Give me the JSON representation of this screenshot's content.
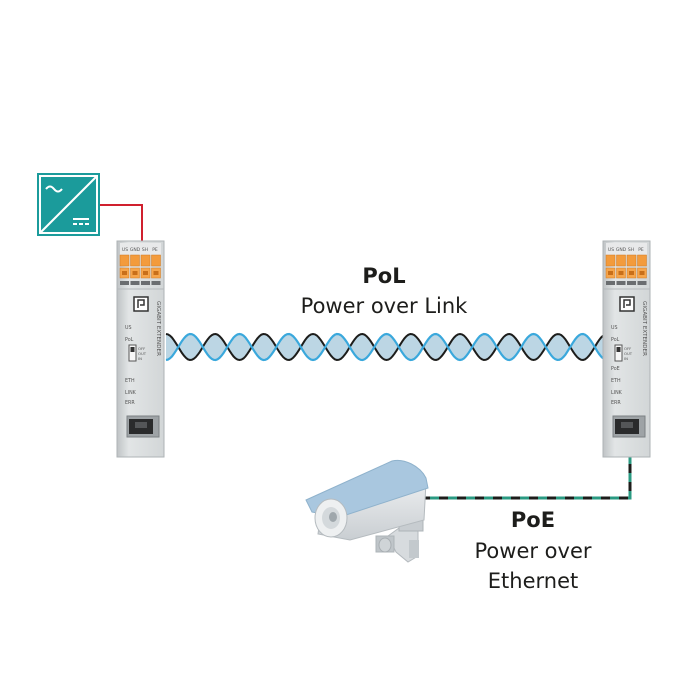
{
  "pol": {
    "title": "PoL",
    "subtitle": "Power over Link"
  },
  "poe": {
    "title": "PoE",
    "subtitle_line1": "Power over",
    "subtitle_line2": "Ethernet"
  },
  "device": {
    "vertical_label": "GIGABIT EXTENDER",
    "terminal_labels": [
      "US",
      "GND",
      "SH",
      "PE"
    ],
    "led_us": "US",
    "led_pol": "PoL",
    "switch_off": "OFF",
    "switch_out": "OUT",
    "switch_in": "IN",
    "led_poe": "PoE",
    "led_eth": "ETH",
    "led_link": "LINK",
    "led_err": "ERR"
  },
  "colors": {
    "teal": "#1b9b9b",
    "power_red": "#d0202e",
    "cable_blue": "#3aa8dc",
    "cable_fill": "#bcd6e4",
    "poe_green": "#2a9a82",
    "terminal_orange": "#f39b3c",
    "housing_grey": "#d9dcdd"
  },
  "icons": {
    "power_supply": "ac-dc-power-supply-icon",
    "camera": "ip-camera-icon",
    "logo": "phoenix-logo-icon"
  }
}
